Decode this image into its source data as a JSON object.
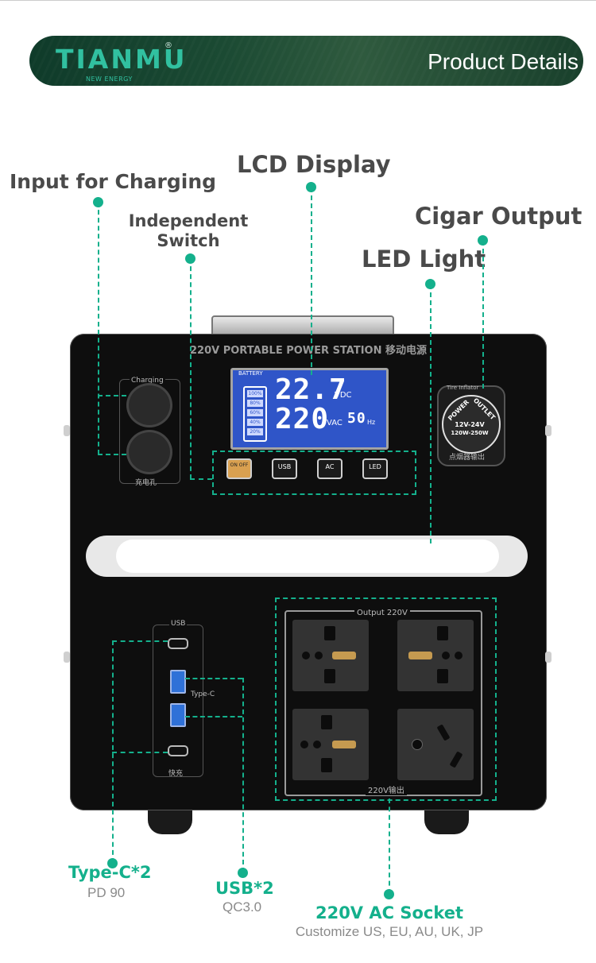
{
  "header": {
    "logo_text": "TIANMU",
    "logo_registered": "®",
    "logo_sub": "NEW ENERGY",
    "title": "Product Details"
  },
  "callouts": {
    "input_charging": "Input for Charging",
    "independent_switch_line1": "Independent",
    "independent_switch_line2": "Switch",
    "lcd_display": "LCD Display",
    "cigar_output": "Cigar Output",
    "led_light": "LED Light"
  },
  "device": {
    "title": "220V PORTABLE POWER STATION 移动电源",
    "charging_label_top": "Charging",
    "charging_label_bottom": "充电孔",
    "lcd": {
      "battery_label": "BATTERY",
      "battery_levels": [
        "100%",
        "80%",
        "60%",
        "40%",
        "20%"
      ],
      "dc_value": "22.7",
      "dc_unit": "VDC",
      "ac_value": "220",
      "ac_unit": "VAC",
      "freq_value": "50",
      "freq_unit": "Hz"
    },
    "buttons": [
      {
        "label": "ON OFF"
      },
      {
        "label": "USB"
      },
      {
        "label": "AC"
      },
      {
        "label": "LED"
      }
    ],
    "cigar": {
      "power": "POWER",
      "outlet": "OUTLET",
      "voltage": "12V-24V",
      "wattage": "120W-250W",
      "label_top": "Tire Inflator",
      "label_bottom": "点烟器输出"
    },
    "usb_panel": {
      "label_top": "USB",
      "typec_label": "Type-C",
      "label_bottom": "快充"
    },
    "outlet_panel": {
      "label_top": "Output 220V",
      "label_bottom": "220V输出"
    }
  },
  "features": {
    "typec_title": "Type-C*2",
    "typec_sub": "PD 90",
    "usb_title": "USB*2",
    "usb_sub": "QC3.0",
    "ac_title": "220V AC Socket",
    "ac_sub": "Customize US, EU, AU, UK, JP"
  },
  "colors": {
    "accent": "#14b08c",
    "banner": "#1b4a33",
    "lcd": "#2f55c8",
    "label": "#4a4a4a"
  }
}
